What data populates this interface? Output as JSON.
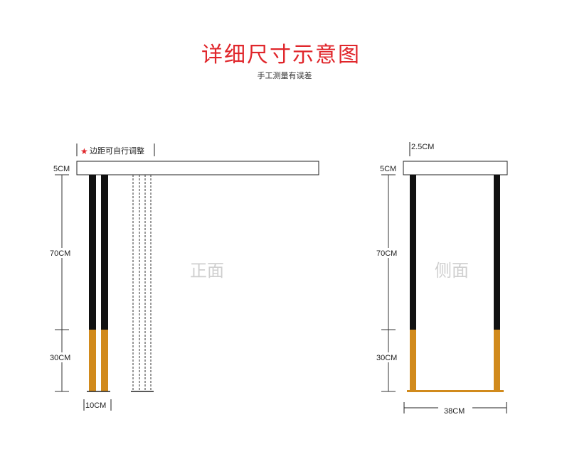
{
  "header": {
    "title": "详细尺寸示意图",
    "subtitle": "手工测量有误差"
  },
  "front": {
    "view_label": "正面",
    "note": "边距可自行调整",
    "dims": {
      "top": "5CM",
      "upper": "70CM",
      "lower": "30CM",
      "leg_width": "10CM"
    }
  },
  "side": {
    "view_label": "侧面",
    "dims": {
      "top_thickness": "2.5CM",
      "top": "5CM",
      "upper": "70CM",
      "lower": "30CM",
      "depth": "38CM"
    }
  },
  "colors": {
    "title": "#e0262b",
    "leg_upper": "#111111",
    "leg_lower": "#d18a1c",
    "star": "#e0262b"
  }
}
